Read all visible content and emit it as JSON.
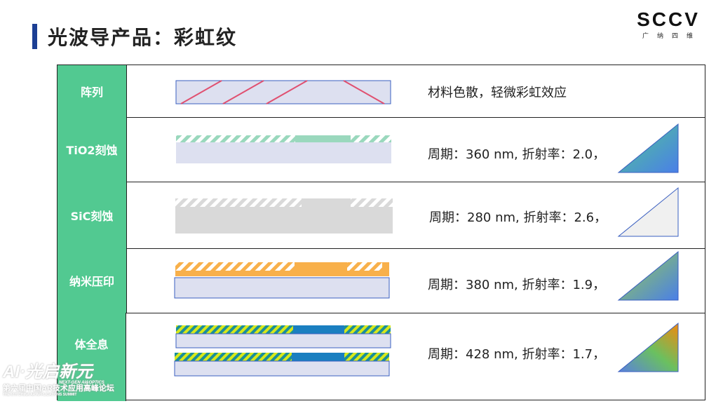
{
  "header": {
    "title": "光波导产品：彩虹纹",
    "logo_text": "SCCV",
    "logo_sub": "广纳四维"
  },
  "rows": [
    {
      "label": "阵列",
      "desc": "材料色散，轻微彩虹效应"
    },
    {
      "label": "TiO2刻蚀",
      "desc": "周期：360 nm, 折射率：2.0，"
    },
    {
      "label": "SiC刻蚀",
      "desc": "周期：280 nm, 折射率：2.6，"
    },
    {
      "label": "纳米压印",
      "desc": "周期：380 nm, 折射率：1.9，"
    },
    {
      "label": "体全息",
      "desc": "周期：428 nm, 折射率：1.7，"
    }
  ],
  "watermark": {
    "main": "AI·光启新元",
    "sub": "NEXT-GEN AI&OPTICS",
    "line2": "第六届中国AR技术应用高峰论坛",
    "line3": "THE 6TH CHINA AR APPLICATIONS SUMMIT"
  }
}
